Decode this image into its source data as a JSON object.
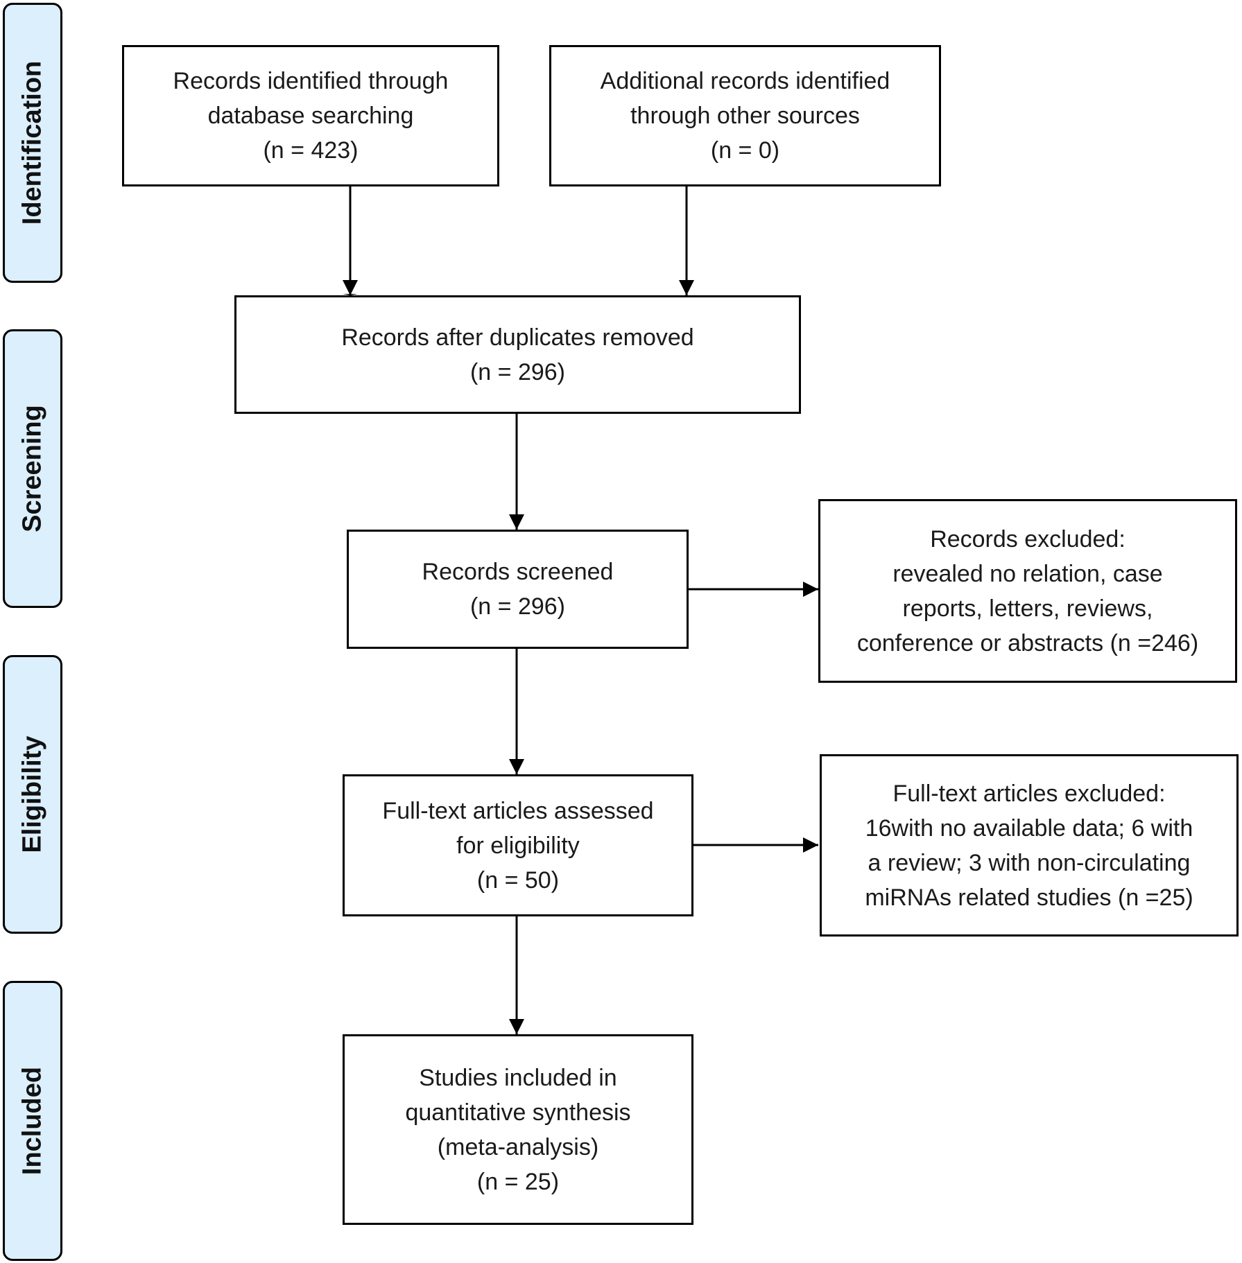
{
  "phases": {
    "identification": "Identification",
    "screening": "Screening",
    "eligibility": "Eligibility",
    "included": "Included"
  },
  "boxes": {
    "database_search": "Records identified through\ndatabase searching\n(n = 423)",
    "other_sources": "Additional records identified\nthrough other sources\n(n = 0)",
    "after_duplicates": "Records after duplicates removed\n(n = 296)",
    "screened": "Records screened\n(n = 296)",
    "excluded": "Records excluded:\nrevealed no relation, case\nreports, letters, reviews,\nconference or abstracts (n =246)",
    "full_text_assessed": "Full-text articles assessed\nfor eligibility\n(n = 50)",
    "full_text_excluded": "Full-text articles excluded:\n16with no available data; 6 with\na review; 3 with non-circulating\nmiRNAs related studies (n =25)",
    "included_studies": "Studies included in\nquantitative synthesis\n(meta-analysis)\n(n = 25)"
  },
  "colors": {
    "phase_fill": "#dbeffc",
    "stroke": "#000000"
  }
}
